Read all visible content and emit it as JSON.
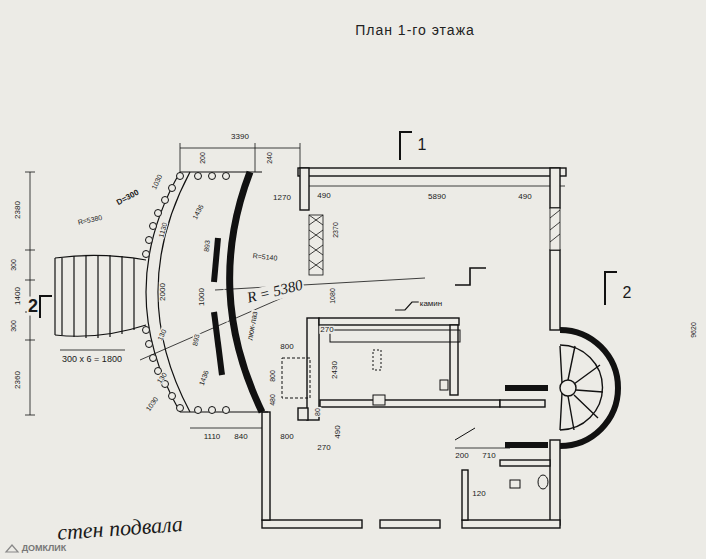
{
  "diagram": {
    "title": "План 1-го этажа",
    "labels": [
      "1",
      "2",
      "2",
      "3390",
      "200",
      "240",
      "1270",
      "490",
      "5890",
      "490",
      "1030",
      "D=300",
      "R=5380",
      "1130",
      "1436",
      "893",
      "R=5140",
      "2370",
      "1080",
      "2000",
      "1000",
      "2380",
      "300",
      "1400",
      "300",
      "2360",
      "R = 5380",
      "камин",
      "270",
      "люк-лаз",
      "800",
      "800",
      "480",
      "2430",
      "300 x 6 = 1800",
      "893",
      "1436",
      "130",
      "130",
      "1030",
      "1110",
      "840",
      "800",
      "80",
      "490",
      "270",
      "200",
      "710",
      "120",
      "стен подвала",
      "9620",
      "ДОМКЛИК"
    ]
  }
}
